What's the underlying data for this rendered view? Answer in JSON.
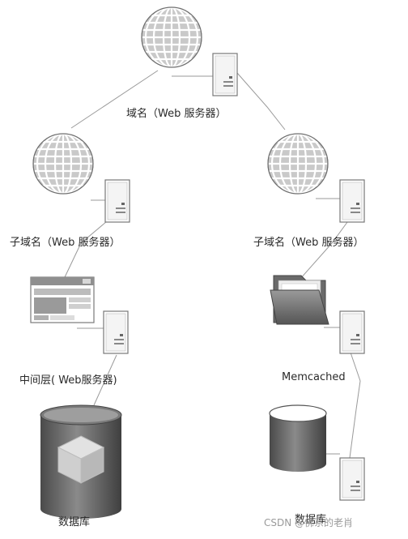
{
  "diagram": {
    "top": {
      "label": "域名（Web 服务器）"
    },
    "left_branch": {
      "subdomain_label": "子域名（Web 服务器）",
      "middle_label": "中间层( Web服务器)",
      "db_label": "数据库"
    },
    "right_branch": {
      "subdomain_label": "子域名（Web 服务器）",
      "cache_label": "Memcached",
      "db_label": "数据库"
    },
    "watermark": "CSDN @佛系的老肖"
  },
  "icons": {
    "globe": "globe-icon",
    "server": "server-icon",
    "browser_window": "web-page-icon",
    "folder": "folder-icon",
    "database": "database-icon",
    "cube": "cube-icon"
  }
}
